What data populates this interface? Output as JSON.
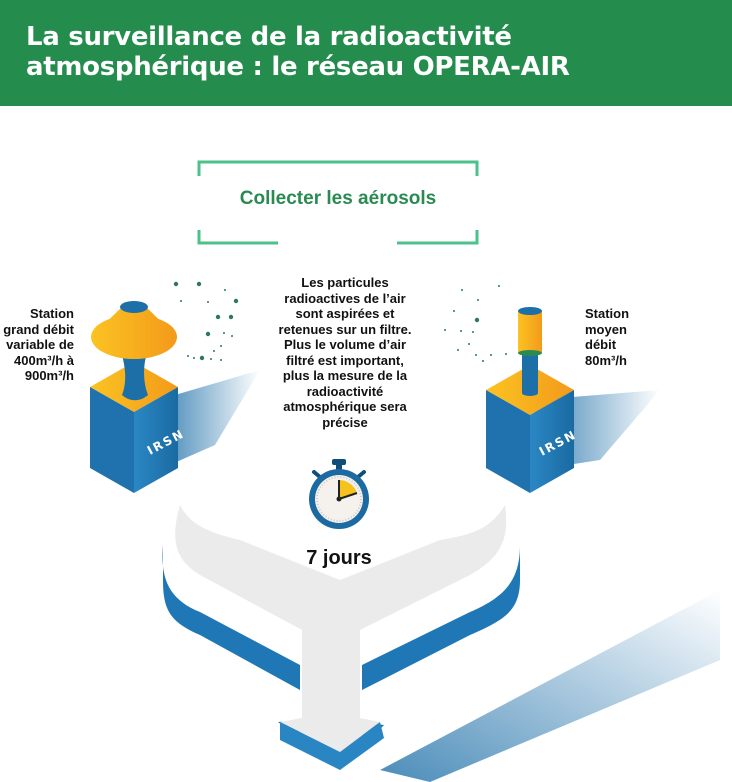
{
  "header": {
    "title_line1": "La surveillance de la radioactivité",
    "title_line2": "atmosphérique : le réseau OPERA-AIR",
    "background": "#248c4c"
  },
  "step": {
    "title": "Collecter les aérosols",
    "bracket_color": "#4cc28a"
  },
  "description": [
    "Les particules",
    "radioactives de l’air",
    "sont aspirées et",
    "retenues sur un filtre.",
    "Plus le volume d’air",
    "filtré est important,",
    "plus la mesure de la",
    "radioactivité",
    "atmosphérique sera",
    "précise"
  ],
  "stations": {
    "left": {
      "label_lines": [
        "Station",
        "grand débit",
        "variable de",
        "400m³/h à",
        "900m³/h"
      ],
      "logo": "IRSN"
    },
    "right": {
      "label_lines": [
        "Station",
        "moyen",
        "débit",
        "80m³/h"
      ],
      "logo": "IRSN"
    }
  },
  "timer": {
    "icon": "stopwatch-icon",
    "duration": "7 jours"
  },
  "colors": {
    "blue": "#1d6fa8",
    "orange": "#f7a918",
    "arrow_face": "#ebebeb",
    "particles": "#2a7a5a"
  }
}
